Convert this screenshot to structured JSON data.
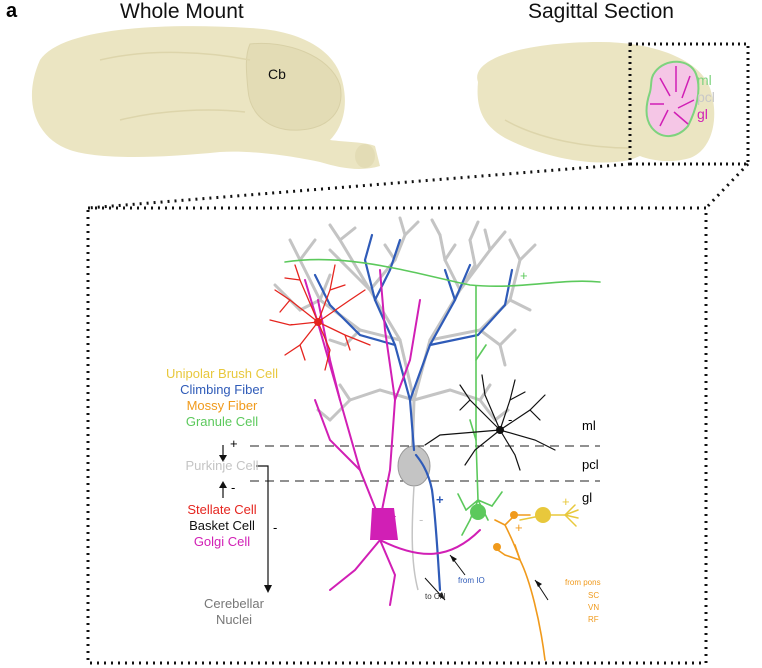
{
  "panel_label": "a",
  "titles": {
    "whole_mount": "Whole Mount",
    "sagittal_section": "Sagittal Section"
  },
  "cb_label": "Cb",
  "section_layers": [
    {
      "label": "ml",
      "color": "#7ed37e"
    },
    {
      "label": "pcl",
      "color": "#c8c8c8"
    },
    {
      "label": "gl",
      "color": "#d11fb5"
    }
  ],
  "cell_lists": {
    "excitatory": [
      {
        "label": "Unipolar Brush Cell",
        "color": "#e8c83c"
      },
      {
        "label": "Climbing Fiber",
        "color": "#2f5bb8"
      },
      {
        "label": "Mossy Fiber",
        "color": "#f09a1c"
      },
      {
        "label": "Granule Cell",
        "color": "#5cc95c"
      }
    ],
    "purkinje": {
      "label": "Purkinje Cell",
      "color": "#c4c4c4"
    },
    "inhibitory": [
      {
        "label": "Stellate Cell",
        "color": "#e5251f"
      },
      {
        "label": "Basket Cell",
        "color": "#111111"
      },
      {
        "label": "Golgi Cell",
        "color": "#d11fb5"
      }
    ],
    "nuclei": {
      "label_line1": "Cerebellar",
      "label_line2": "Nuclei",
      "color": "#777777"
    }
  },
  "signs": {
    "plus": "+",
    "minus": "-"
  },
  "layers": {
    "ml": "ml",
    "pcl": "pcl",
    "gl": "gl"
  },
  "annotations": {
    "to_cn": "to CN",
    "from_io": "from IO",
    "from_pons": "from pons",
    "sc": "SC",
    "vn": "VN",
    "rf": "RF"
  },
  "colors": {
    "brain": "#ebe5c2",
    "purkinje": "#c4c4c4",
    "climbing": "#2f5bb8",
    "golgi": "#d11fb5",
    "stellate": "#e5251f",
    "basket": "#111111",
    "granule": "#5cc95c",
    "mossy": "#f09a1c",
    "ubc": "#e8c83c"
  }
}
